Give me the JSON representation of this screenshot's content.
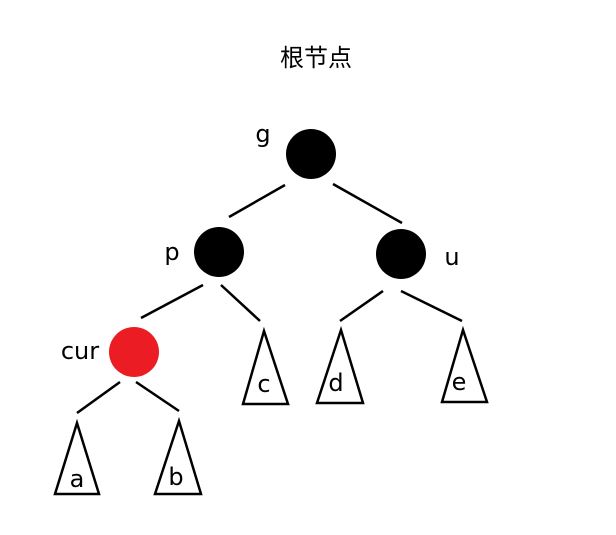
{
  "title": "根节点",
  "colors": {
    "black_node": "#000000",
    "red_node": "#ec1c24",
    "stroke": "#000000",
    "background": "#ffffff"
  },
  "nodes": {
    "g": {
      "label": "g",
      "color": "black"
    },
    "p": {
      "label": "p",
      "color": "black"
    },
    "u": {
      "label": "u",
      "color": "black"
    },
    "cur": {
      "label": "cur",
      "color": "red"
    }
  },
  "subtrees": {
    "a": "a",
    "b": "b",
    "c": "c",
    "d": "d",
    "e": "e"
  }
}
